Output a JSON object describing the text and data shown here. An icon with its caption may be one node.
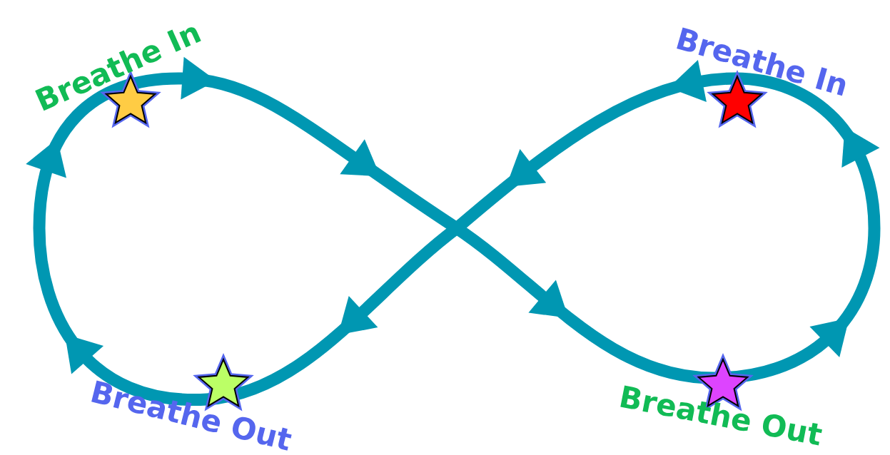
{
  "diagram": {
    "labels": [
      "Breathe In",
      "Breathe In",
      "Breathe Out",
      "Breathe Out"
    ]
  }
}
